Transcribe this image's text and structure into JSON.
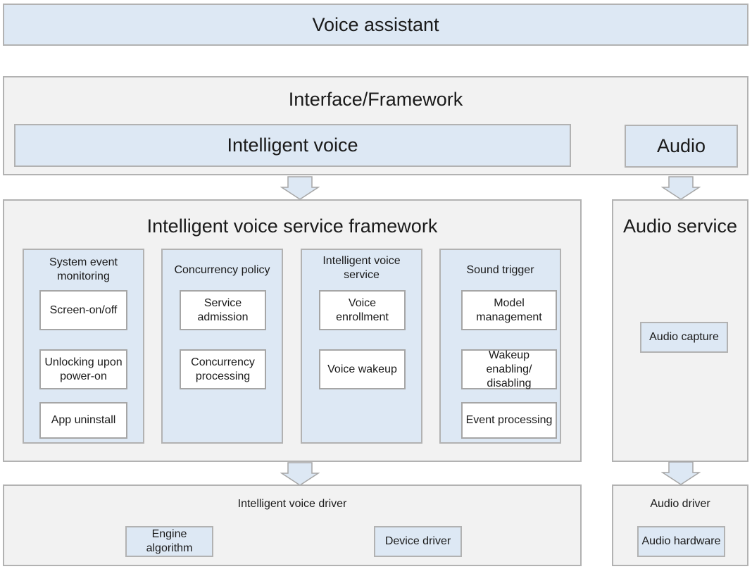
{
  "diagram": {
    "voice_assistant": "Voice assistant",
    "interface_framework": {
      "title": "Interface/Framework",
      "intelligent_voice": "Intelligent voice",
      "audio": "Audio"
    },
    "service_framework": {
      "title": "Intelligent voice service framework",
      "groups": [
        {
          "title": "System event monitoring",
          "items": [
            "Screen-on/off",
            "Unlocking upon power-on",
            "App uninstall"
          ]
        },
        {
          "title": "Concurrency policy",
          "items": [
            "Service admission",
            "Concurrency processing"
          ]
        },
        {
          "title": "Intelligent voice service",
          "items": [
            "Voice enrollment",
            "Voice wakeup"
          ]
        },
        {
          "title": "Sound trigger",
          "items": [
            "Model management",
            "Wakeup enabling/ disabling",
            "Event processing"
          ]
        }
      ]
    },
    "audio_service": {
      "title": "Audio service",
      "capture": "Audio capture"
    },
    "intelligent_voice_driver": {
      "title": "Intelligent voice driver",
      "items": [
        "Engine algorithm",
        "Device driver"
      ]
    },
    "audio_driver": {
      "title": "Audio driver",
      "hardware": "Audio hardware"
    },
    "colors": {
      "blue_fill": "#dde8f4",
      "grey_fill": "#f2f2f2",
      "border": "#b2b2b2"
    }
  }
}
